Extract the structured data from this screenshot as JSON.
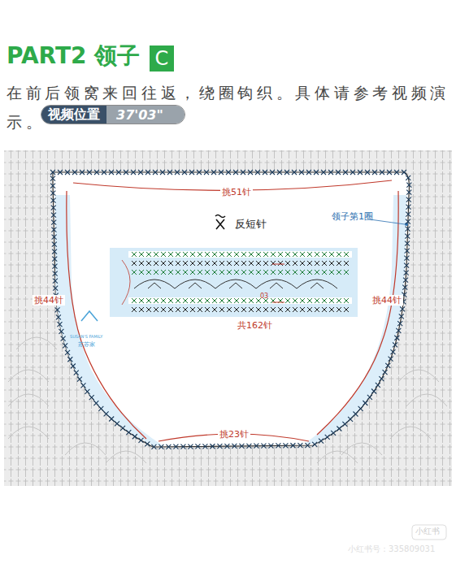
{
  "diagram": {
    "title": "PART2 领子",
    "nodes": [
      {
        "text": [
          "C"
        ]
      },
      {
        "text": [
          "视频位置",
          "37'03\""
        ]
      }
    ],
    "labels": [
      "在前后领窝来回往返，绕圈钩织。具体请参考视频演示。",
      "挑51针",
      "反短针",
      "领子第1圈",
      "挑44针",
      "挑44针",
      "共162针",
      "03",
      "挑23针",
      "SUSAN'S FAMILY",
      "苏苏家",
      "小红书",
      "小红书号：335809031"
    ]
  }
}
